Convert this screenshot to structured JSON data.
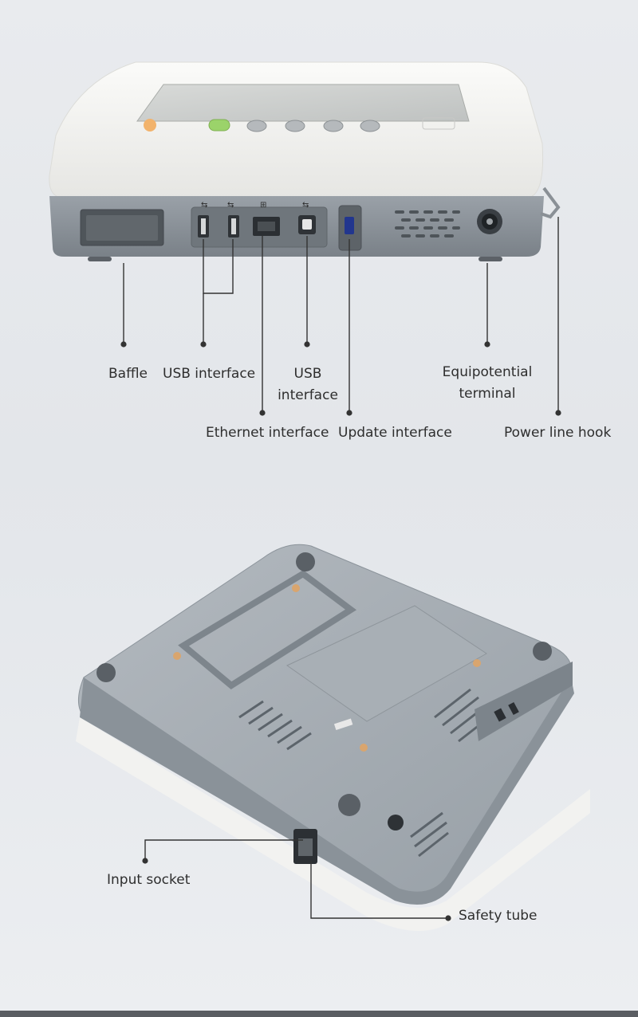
{
  "top_device": {
    "labels": {
      "baffle": "Baffle",
      "usb_interface": "USB interface",
      "usb_interface_2_line1": "USB",
      "usb_interface_2_line2": "interface",
      "ethernet_interface": "Ethernet interface",
      "update_interface": "Update interface",
      "equipotential_line1": "Equipotential",
      "equipotential_line2": "terminal",
      "power_line_hook": "Power line hook"
    }
  },
  "bottom_device": {
    "labels": {
      "input_socket": "Input socket",
      "safety_tube": "Safety tube"
    }
  },
  "colors": {
    "body_white": "#f4f4f2",
    "panel_gray": "#8f969d",
    "leader_line": "#333333",
    "power_button": "#9bd36a",
    "indicator_orange": "#f2b36c"
  }
}
